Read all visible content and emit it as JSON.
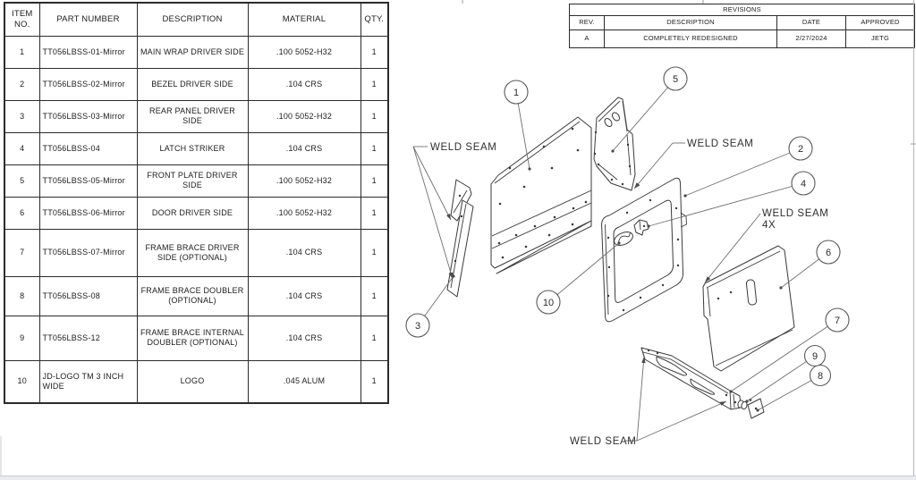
{
  "bom": {
    "headers": [
      "ITEM NO.",
      "PART NUMBER",
      "DESCRIPTION",
      "MATERIAL",
      "QTY."
    ],
    "rows": [
      {
        "item": "1",
        "part": "TT056LBSS-01-Mirror",
        "desc": "MAIN WRAP DRIVER SIDE",
        "mat": ".100 5052-H32",
        "qty": "1"
      },
      {
        "item": "2",
        "part": "TT056LBSS-02-Mirror",
        "desc": "BEZEL DRIVER SIDE",
        "mat": ".104 CRS",
        "qty": "1"
      },
      {
        "item": "3",
        "part": "TT056LBSS-03-Mirror",
        "desc": "REAR PANEL DRIVER SIDE",
        "mat": ".100 5052-H32",
        "qty": "1"
      },
      {
        "item": "4",
        "part": "TT056LBSS-04",
        "desc": "LATCH STRIKER",
        "mat": ".104 CRS",
        "qty": "1"
      },
      {
        "item": "5",
        "part": "TT056LBSS-05-Mirror",
        "desc": "FRONT PLATE DRIVER SIDE",
        "mat": ".100 5052-H32",
        "qty": "1"
      },
      {
        "item": "6",
        "part": "TT056LBSS-06-Mirror",
        "desc": "DOOR DRIVER SIDE",
        "mat": ".100 5052-H32",
        "qty": "1"
      },
      {
        "item": "7",
        "part": "TT056LBSS-07-Mirror",
        "desc": "FRAME BRACE DRIVER SIDE (OPTIONAL)",
        "mat": ".104 CRS",
        "qty": "1"
      },
      {
        "item": "8",
        "part": "TT056LBSS-08",
        "desc": "FRAME BRACE DOUBLER (OPTIONAL)",
        "mat": ".104 CRS",
        "qty": "1"
      },
      {
        "item": "9",
        "part": "TT056LBSS-12",
        "desc": "FRAME BRACE INTERNAL DOUBLER (OPTIONAL)",
        "mat": ".104 CRS",
        "qty": "1"
      },
      {
        "item": "10",
        "part": "JD-LOGO TM 3 INCH WIDE",
        "desc": "LOGO",
        "mat": ".045 ALUM",
        "qty": "1"
      }
    ]
  },
  "revisions": {
    "title": "REVISIONS",
    "headers": [
      "REV.",
      "DESCRIPTION",
      "DATE",
      "APPROVED"
    ],
    "rows": [
      {
        "rev": "A",
        "desc": "COMPLETELY REDESIGNED",
        "date": "2/27/2024",
        "approved": "JETG"
      }
    ]
  },
  "diagram": {
    "balloons": [
      "1",
      "2",
      "3",
      "4",
      "5",
      "6",
      "7",
      "8",
      "9",
      "10"
    ],
    "labels": {
      "weld_seam_left": "WELD SEAM",
      "weld_seam_right": "WELD SEAM",
      "weld_seam_4x_line1": "WELD SEAM",
      "weld_seam_4x_line2": "4X",
      "weld_seam_bottom": "WELD SEAM"
    }
  },
  "colors": {
    "line": "#3a3a3a",
    "leader": "#6e6e6e",
    "text": "#1c1c1c",
    "sheet_edge": "#b5b5b5",
    "bottom_bar": "#e9ecef"
  }
}
